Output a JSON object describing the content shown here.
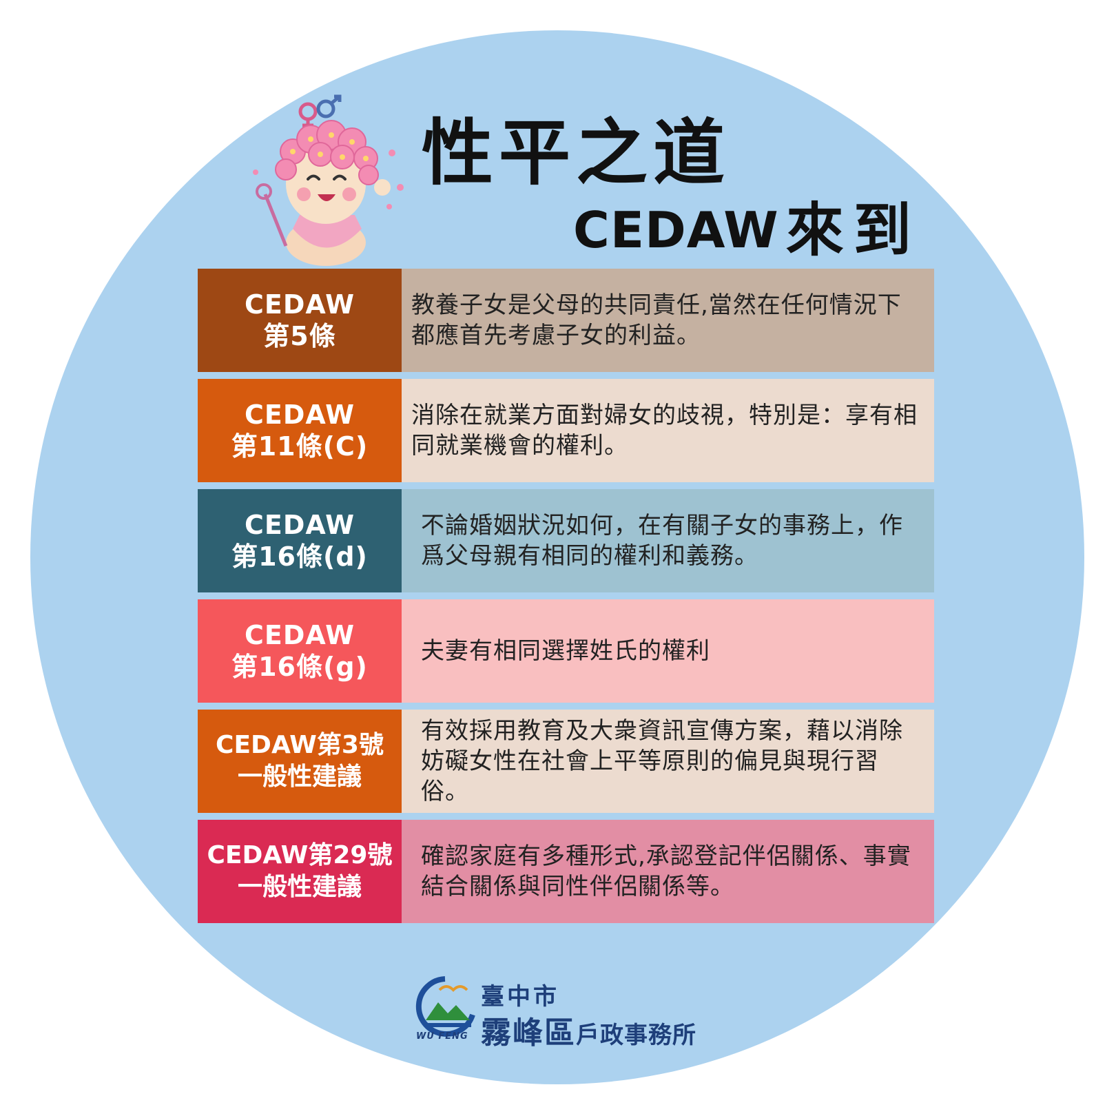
{
  "title": {
    "main": "性平之道",
    "sub_latin": "CEDAW",
    "sub_han": "來到"
  },
  "rows": [
    {
      "label_line1": "CEDAW",
      "label_line2": "第5條",
      "text": "教養子女是父母的共同責任,當然在任何情況下都應首先考慮子女的利益。"
    },
    {
      "label_line1": "CEDAW",
      "label_line2": "第11條(C)",
      "text": "消除在就業方面對婦女的歧視，特別是：享有相同就業機會的權利。"
    },
    {
      "label_line1": "CEDAW",
      "label_line2": "第16條(d)",
      "text": "不論婚姻狀況如何，在有關子女的事務上，作爲父母親有相同的權利和義務。"
    },
    {
      "label_line1": "CEDAW",
      "label_line2": "第16條(g)",
      "text": "夫妻有相同選擇姓氏的權利"
    },
    {
      "label_line1": "CEDAW第3號",
      "label_line2": "一般性建議",
      "text": "有效採用教育及大衆資訊宣傳方案，藉以消除妨礙女性在社會上平等原則的偏見與現行習俗。"
    },
    {
      "label_line1": "CEDAW第29號",
      "label_line2": "一般性建議",
      "text": "確認家庭有多種形式,承認登記伴侶關係、事實結合關係與同性伴侶關係等。"
    }
  ],
  "logo": {
    "city": "臺中市",
    "district": "霧峰區",
    "office": "戶政事務所",
    "english": "WU FENG"
  },
  "colors": {
    "background_circle": "#acd2ef",
    "row_label_colors": [
      "#9e4814",
      "#d65a0e",
      "#2e6172",
      "#f5575b",
      "#d65a0e",
      "#da2a53"
    ],
    "row_text_colors": [
      "#c5b1a1",
      "#ecdbcf",
      "#9ec2d1",
      "#f9bfc0",
      "#ecdbcf",
      "#e28ea4"
    ]
  },
  "icons": {
    "mascot": "flower-mascot-icon",
    "logo": "district-office-logo-icon"
  }
}
